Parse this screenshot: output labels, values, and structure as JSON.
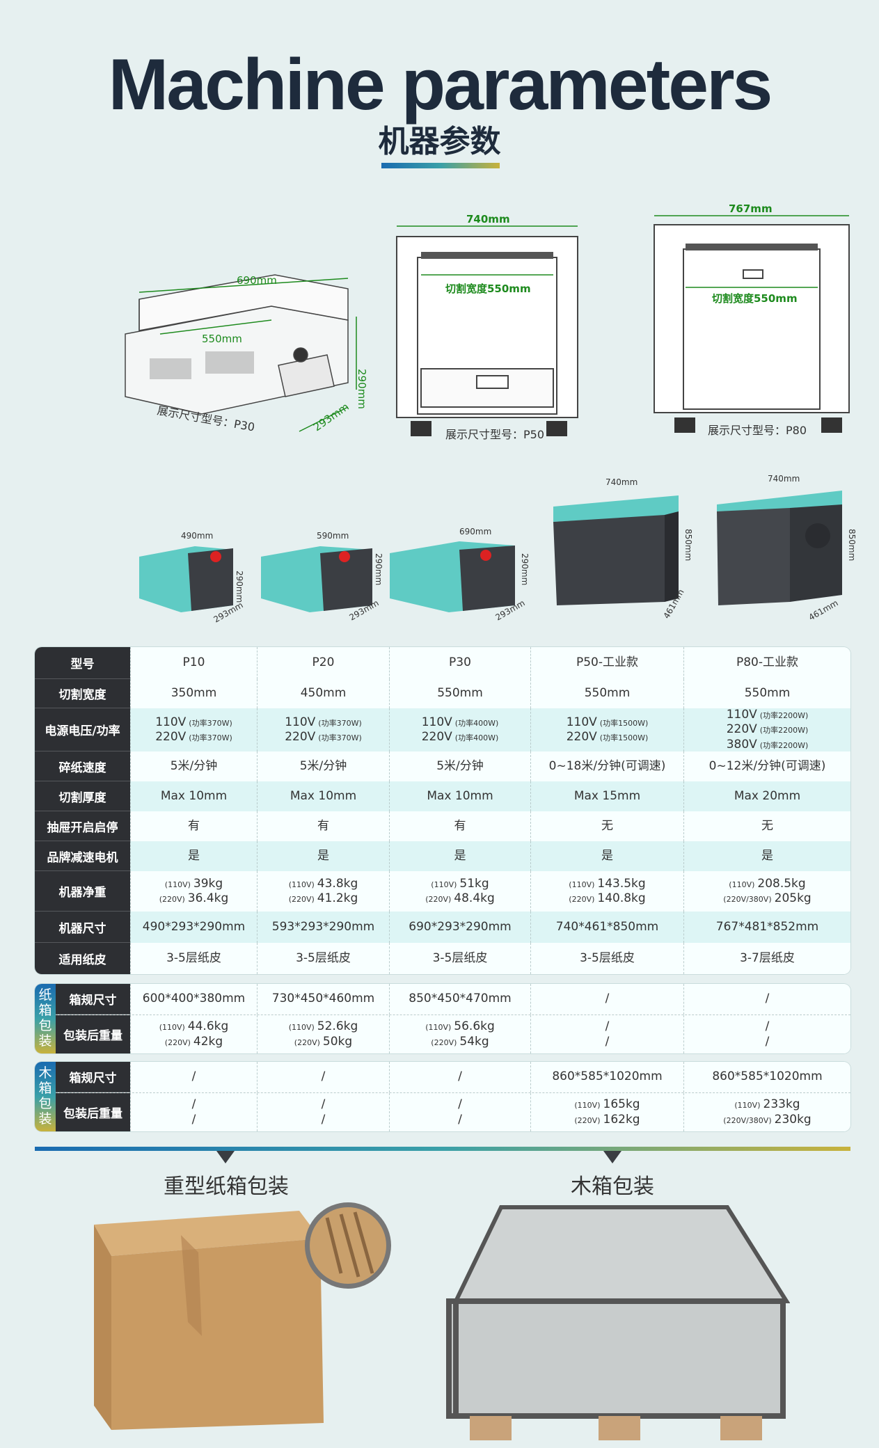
{
  "header": {
    "title": "Machine parameters",
    "subtitle": "机器参数"
  },
  "drawings": {
    "p30": {
      "width": "690mm",
      "cut": "550mm",
      "height": "290mm",
      "depth": "293mm",
      "caption": "展示尺寸型号：P30"
    },
    "p50": {
      "width": "740mm",
      "cut": "切割宽度550mm",
      "caption": "展示尺寸型号：P50"
    },
    "p80": {
      "width": "767mm",
      "cut": "切割宽度550mm",
      "caption": "展示尺寸型号：P80"
    }
  },
  "photos": [
    {
      "w": "490mm",
      "h": "290mm",
      "d": "293mm"
    },
    {
      "w": "590mm",
      "h": "290mm",
      "d": "293mm"
    },
    {
      "w": "690mm",
      "h": "290mm",
      "d": "293mm"
    },
    {
      "w": "740mm",
      "h": "850mm",
      "d": "461mm"
    },
    {
      "w": "740mm",
      "h": "850mm",
      "d": "461mm"
    }
  ],
  "specs": {
    "header_label": "型号",
    "models": [
      "P10",
      "P20",
      "P30",
      "P50-工业款",
      "P80-工业款"
    ],
    "rows": [
      {
        "label": "切割宽度",
        "values": [
          "350mm",
          "450mm",
          "550mm",
          "550mm",
          "550mm"
        ]
      },
      {
        "label": "电源电压/功率"
      },
      {
        "label": "碎纸速度",
        "values": [
          "5米/分钟",
          "5米/分钟",
          "5米/分钟",
          "0~18米/分钟(可调速)",
          "0~12米/分钟(可调速)"
        ]
      },
      {
        "label": "切割厚度",
        "values": [
          "Max 10mm",
          "Max 10mm",
          "Max 10mm",
          "Max 15mm",
          "Max 20mm"
        ]
      },
      {
        "label": "抽屉开启启停",
        "values": [
          "有",
          "有",
          "有",
          "无",
          "无"
        ]
      },
      {
        "label": "品牌减速电机",
        "values": [
          "是",
          "是",
          "是",
          "是",
          "是"
        ]
      },
      {
        "label": "机器净重"
      },
      {
        "label": "机器尺寸",
        "values": [
          "490*293*290mm",
          "593*293*290mm",
          "690*293*290mm",
          "740*461*850mm",
          "767*481*852mm"
        ]
      },
      {
        "label": "适用纸皮",
        "values": [
          "3-5层纸皮",
          "3-5层纸皮",
          "3-5层纸皮",
          "3-5层纸皮",
          "3-7层纸皮"
        ]
      }
    ],
    "power": [
      [
        {
          "v": "110V",
          "n": "(功率370W)"
        },
        {
          "v": "220V",
          "n": "(功率370W)"
        }
      ],
      [
        {
          "v": "110V",
          "n": "(功率370W)"
        },
        {
          "v": "220V",
          "n": "(功率370W)"
        }
      ],
      [
        {
          "v": "110V",
          "n": "(功率400W)"
        },
        {
          "v": "220V",
          "n": "(功率400W)"
        }
      ],
      [
        {
          "v": "110V",
          "n": "(功率1500W)"
        },
        {
          "v": "220V",
          "n": "(功率1500W)"
        }
      ],
      [
        {
          "v": "110V",
          "n": "(功率2200W)"
        },
        {
          "v": "220V",
          "n": "(功率2200W)"
        },
        {
          "v": "380V",
          "n": "(功率2200W)"
        }
      ]
    ],
    "weight": [
      [
        {
          "n": "(110V)",
          "v": "39kg"
        },
        {
          "n": "(220V)",
          "v": "36.4kg"
        }
      ],
      [
        {
          "n": "(110V)",
          "v": "43.8kg"
        },
        {
          "n": "(220V)",
          "v": "41.2kg"
        }
      ],
      [
        {
          "n": "(110V)",
          "v": "51kg"
        },
        {
          "n": "(220V)",
          "v": "48.4kg"
        }
      ],
      [
        {
          "n": "(110V)",
          "v": "143.5kg"
        },
        {
          "n": "(220V)",
          "v": "140.8kg"
        }
      ],
      [
        {
          "n": "(110V)",
          "v": "208.5kg"
        },
        {
          "n": "(220V/380V)",
          "v": "205kg"
        }
      ]
    ]
  },
  "carton": {
    "side": [
      "纸",
      "箱",
      "包",
      "装"
    ],
    "size_label": "箱规尺寸",
    "sizes": [
      "600*400*380mm",
      "730*450*460mm",
      "850*450*470mm",
      "/",
      "/"
    ],
    "weight_label": "包装后重量",
    "weights": [
      [
        {
          "n": "(110V)",
          "v": "44.6kg"
        },
        {
          "n": "(220V)",
          "v": "42kg"
        }
      ],
      [
        {
          "n": "(110V)",
          "v": "52.6kg"
        },
        {
          "n": "(220V)",
          "v": "50kg"
        }
      ],
      [
        {
          "n": "(110V)",
          "v": "56.6kg"
        },
        {
          "n": "(220V)",
          "v": "54kg"
        }
      ],
      [
        {
          "n": "",
          "v": "/"
        },
        {
          "n": "",
          "v": "/"
        }
      ],
      [
        {
          "n": "",
          "v": "/"
        },
        {
          "n": "",
          "v": "/"
        }
      ]
    ]
  },
  "wood": {
    "side": [
      "木",
      "箱",
      "包",
      "装"
    ],
    "size_label": "箱规尺寸",
    "sizes": [
      "/",
      "/",
      "/",
      "860*585*1020mm",
      "860*585*1020mm"
    ],
    "weight_label": "包装后重量",
    "weights": [
      [
        {
          "n": "",
          "v": "/"
        },
        {
          "n": "",
          "v": "/"
        }
      ],
      [
        {
          "n": "",
          "v": "/"
        },
        {
          "n": "",
          "v": "/"
        }
      ],
      [
        {
          "n": "",
          "v": "/"
        },
        {
          "n": "",
          "v": "/"
        }
      ],
      [
        {
          "n": "(110V)",
          "v": "165kg"
        },
        {
          "n": "(220V)",
          "v": "162kg"
        }
      ],
      [
        {
          "n": "(110V)",
          "v": "233kg"
        },
        {
          "n": "(220V/380V)",
          "v": "230kg"
        }
      ]
    ]
  },
  "packaging": {
    "carton_title": "重型纸箱包装",
    "wood_title": "木箱包装"
  }
}
